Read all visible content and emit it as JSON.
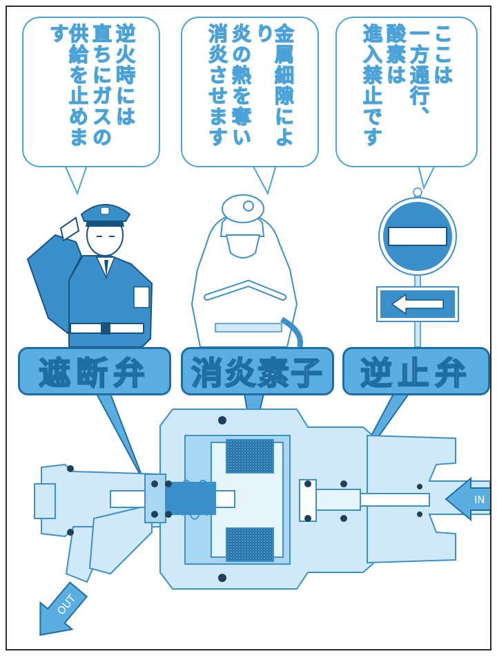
{
  "bubbles": {
    "left": {
      "lines": [
        "逆火時には",
        "直ちにガスの",
        "供給を止めます"
      ]
    },
    "center": {
      "lines": [
        "金属細隙により",
        "炎の熱を奪い",
        "消炎させます"
      ]
    },
    "right": {
      "lines": [
        "ここは",
        "一方通行、",
        "酸素は",
        "進入禁止です"
      ]
    }
  },
  "labels": {
    "left": "遮断弁",
    "center": "消炎素子",
    "right": "逆止弁"
  },
  "arrows": {
    "in": "IN",
    "out": "OUT"
  },
  "colors": {
    "blue": "#4aa3d8",
    "dark_blue": "#1f6ea3",
    "light_blue": "#a9d6f0",
    "pale_blue": "#cfe9f8"
  }
}
